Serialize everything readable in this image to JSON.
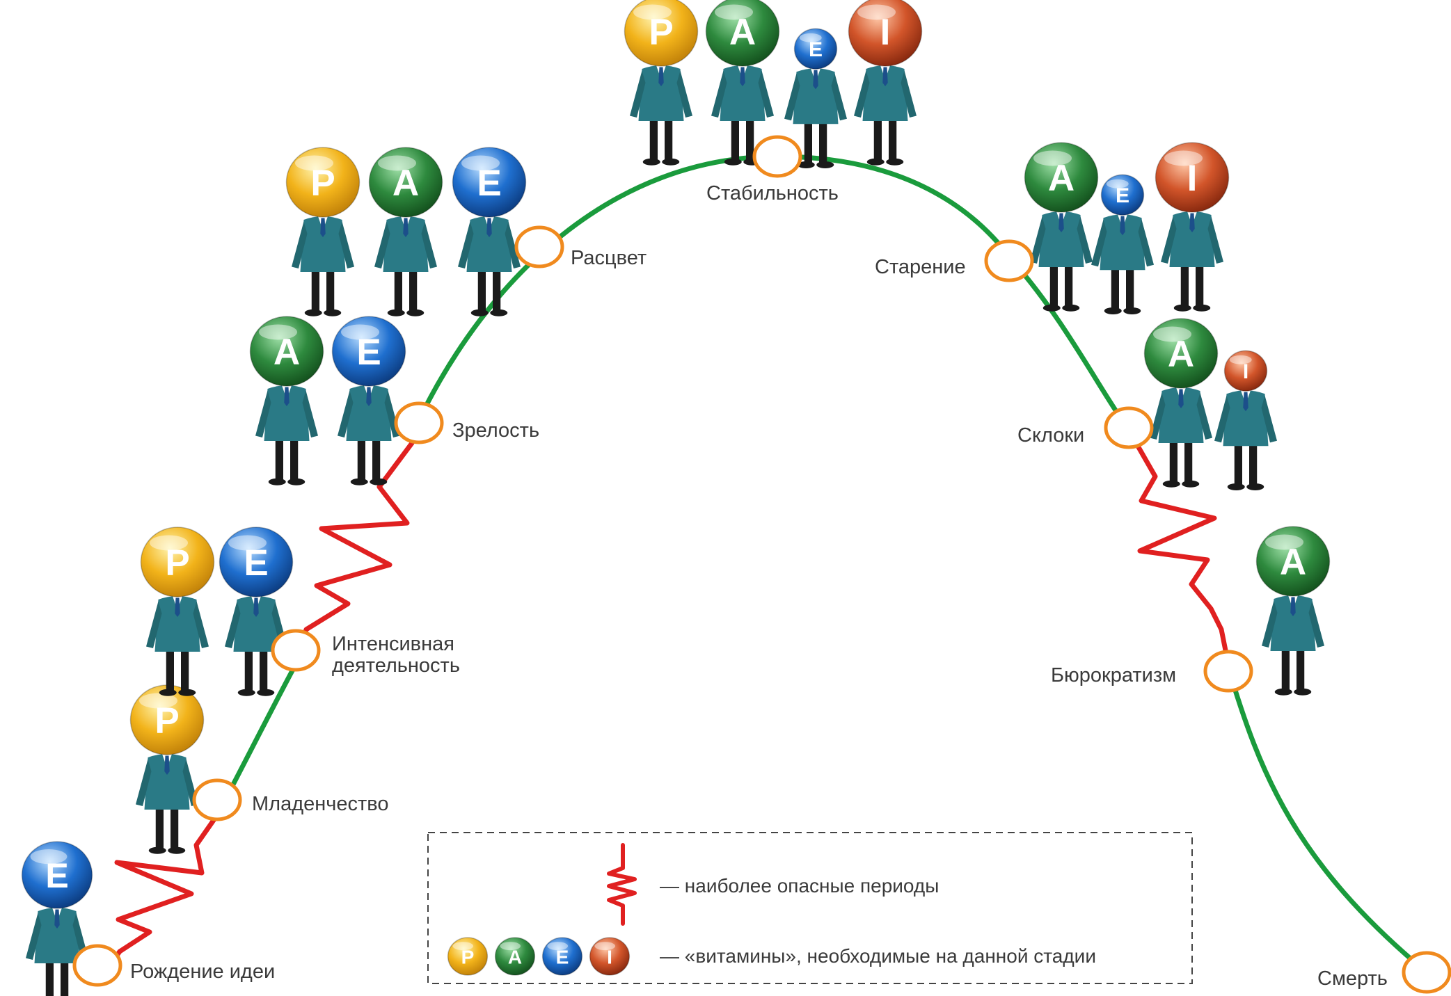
{
  "stages": [
    {
      "label": "Рождение идеи",
      "vitamins": [
        "E"
      ],
      "dangerous_before": false
    },
    {
      "label": "Младенчество",
      "vitamins": [
        "P"
      ],
      "dangerous_before": true
    },
    {
      "label": "Интенсивная",
      "label2": "деятельность",
      "vitamins": [
        "P",
        "E"
      ],
      "dangerous_before": false
    },
    {
      "label": "Зрелость",
      "vitamins": [
        "A",
        "E"
      ],
      "dangerous_before": true
    },
    {
      "label": "Расцвет",
      "vitamins": [
        "P",
        "A",
        "E"
      ],
      "dangerous_before": false
    },
    {
      "label": "Стабильность",
      "vitamins": [
        "P",
        "A",
        "e",
        "I"
      ],
      "dangerous_before": false
    },
    {
      "label": "Старение",
      "vitamins": [
        "A",
        "e",
        "I"
      ],
      "dangerous_before": false
    },
    {
      "label": "Склоки",
      "vitamins": [
        "A",
        "i"
      ],
      "dangerous_before": false
    },
    {
      "label": "Бюрократизм",
      "vitamins": [
        "A"
      ],
      "dangerous_before": true
    },
    {
      "label": "Смерть",
      "vitamins": [],
      "dangerous_before": false
    }
  ],
  "legend": {
    "danger_text": "— наиболее опасные периоды",
    "vitamins_text": "— «витамины», необходимые на данной стадии",
    "vitamin_letters": [
      "P",
      "A",
      "E",
      "I"
    ]
  },
  "colors": {
    "curve_safe": "#1a9b3c",
    "curve_danger": "#e02020",
    "node_ring": "#f08a1e",
    "P": "#f2b31a",
    "A": "#2e8a3e",
    "E": "#1f6fcf",
    "I": "#d2552a",
    "suit": "#2a7a86",
    "legs": "#1a1a1a"
  }
}
